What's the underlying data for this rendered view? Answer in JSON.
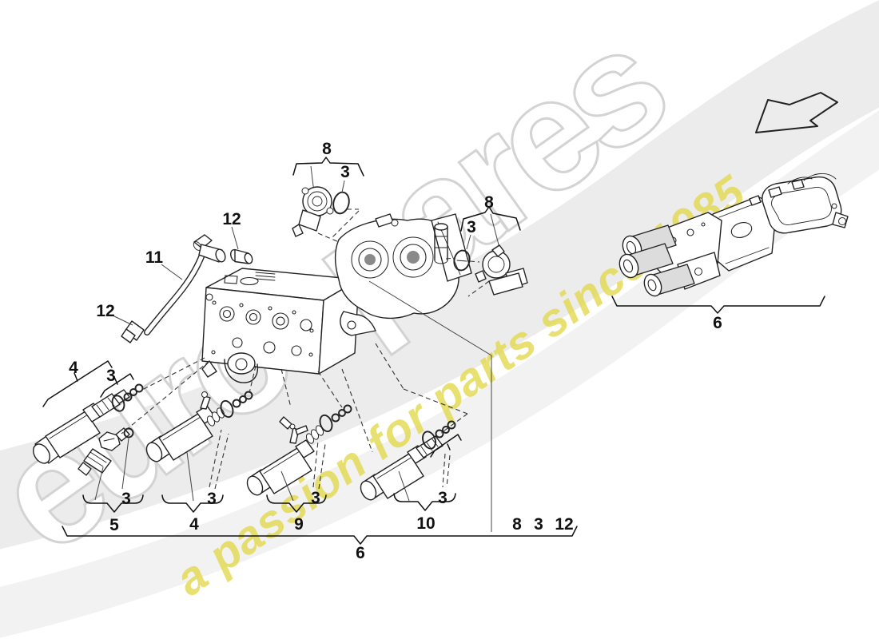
{
  "watermark": {
    "brand": "eurospares",
    "tagline": "a passion for parts since 1985",
    "brand_fill": "#ffffff",
    "brand_outline": "#d3d3d3",
    "tagline_color": "#e3da52",
    "band_color": "#ececec"
  },
  "diagram": {
    "line_color": "#222222",
    "background_color": "#ffffff"
  },
  "callouts": [
    {
      "id": "sensor-top-group",
      "text": "8"
    },
    {
      "id": "sensor-top-oring",
      "text": "3"
    },
    {
      "id": "fitting-upper",
      "text": "12"
    },
    {
      "id": "sensor-right-group",
      "text": "8"
    },
    {
      "id": "sensor-right-oring",
      "text": "3"
    },
    {
      "id": "banjo-pipe",
      "text": "11"
    },
    {
      "id": "fitting-lower",
      "text": "12"
    },
    {
      "id": "solenoid-a",
      "text": "4"
    },
    {
      "id": "solenoid-a-orings",
      "text": "3"
    },
    {
      "id": "valve-unit-right",
      "text": "6"
    },
    {
      "id": "group5-oring",
      "text": "3"
    },
    {
      "id": "group4-orings",
      "text": "3"
    },
    {
      "id": "group9-orings",
      "text": "3"
    },
    {
      "id": "group10-orings",
      "text": "3"
    },
    {
      "id": "group5",
      "text": "5"
    },
    {
      "id": "group4",
      "text": "4"
    },
    {
      "id": "group9",
      "text": "9"
    },
    {
      "id": "group10",
      "text": "10"
    },
    {
      "id": "row-item-8",
      "text": "8"
    },
    {
      "id": "row-item-3",
      "text": "3"
    },
    {
      "id": "row-item-12",
      "text": "12"
    },
    {
      "id": "assembly-bottom",
      "text": "6"
    }
  ]
}
